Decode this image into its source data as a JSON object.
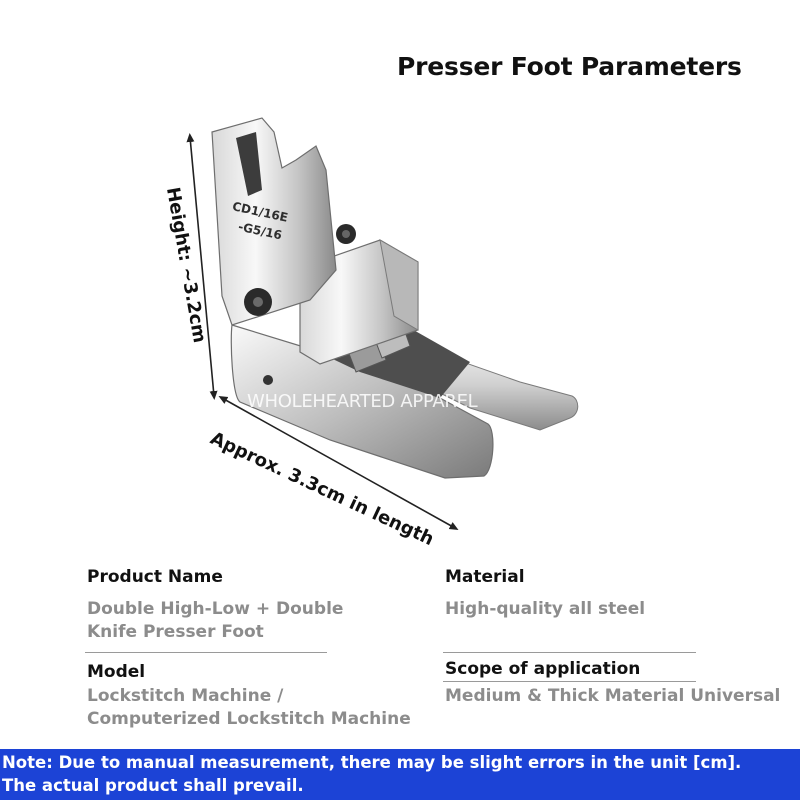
{
  "title": "Presser Foot Parameters",
  "image": {
    "height_label": "Height: ~3.2cm",
    "length_label": "Approx. 3.3cm in length",
    "engraving_line1": "CD1/16E",
    "engraving_line2": "-G5/16",
    "watermark": "WHOLEHEARTED APPAREL"
  },
  "specs": {
    "product_name": {
      "label": "Product Name",
      "value_line1": "Double High-Low + Double",
      "value_line2": "Knife Presser Foot"
    },
    "material": {
      "label": "Material",
      "value": "High-quality all steel"
    },
    "model": {
      "label": "Model",
      "value_line1": "Lockstitch Machine /",
      "value_line2": "Computerized Lockstitch Machine"
    },
    "scope": {
      "label": "Scope of application",
      "value": "Medium & Thick Material Universal"
    }
  },
  "note": {
    "line1": "Note: Due to manual measurement, there may be slight errors in the unit [cm].",
    "line2": "The actual product shall prevail."
  },
  "colors": {
    "note_background": "#1c43d6",
    "steel_light": "#eeeeee",
    "steel_dark": "#6e6e6e"
  }
}
